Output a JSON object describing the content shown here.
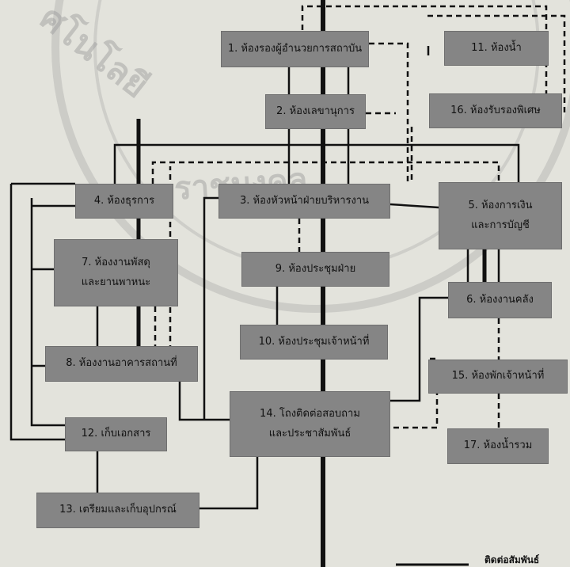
{
  "rooms": {
    "r1": "1. ห้องรองผู้อำนวยการสถาบัน",
    "r2": "2. ห้องเลขานุการ",
    "r3": "3. ห้องหัวหน้าฝ่ายบริหารงาน",
    "r4": "4. ห้องธุรการ",
    "r5": "5. ห้องการเงิน\nและการบัญชี",
    "r6": "6. ห้องงานคลัง",
    "r7": "7. ห้องงานพัสดุ\nและยานพาหนะ",
    "r8": "8. ห้องงานอาคารสถานที่",
    "r9": "9. ห้องประชุมฝ่าย",
    "r10": "10. ห้องประชุมเจ้าหน้าที่",
    "r11": "11. ห้องน้ำ",
    "r12": "12. เก็บเอกสาร",
    "r13": "13. เตรียมและเก็บอุปกรณ์",
    "r14": "14. โถงติดต่อสอบถาม\nและประชาสัมพันธ์",
    "r15": "15. ห้องพักเจ้าหน้าที่",
    "r16": "16. ห้องรับรองพิเศษ",
    "r17": "17. ห้องน้ำรวม"
  },
  "legend": {
    "label": "ติดต่อสัมพันธ์"
  },
  "colors": {
    "background": "#e3e3dc",
    "box": "#858585",
    "line": "#1a1a1a"
  }
}
